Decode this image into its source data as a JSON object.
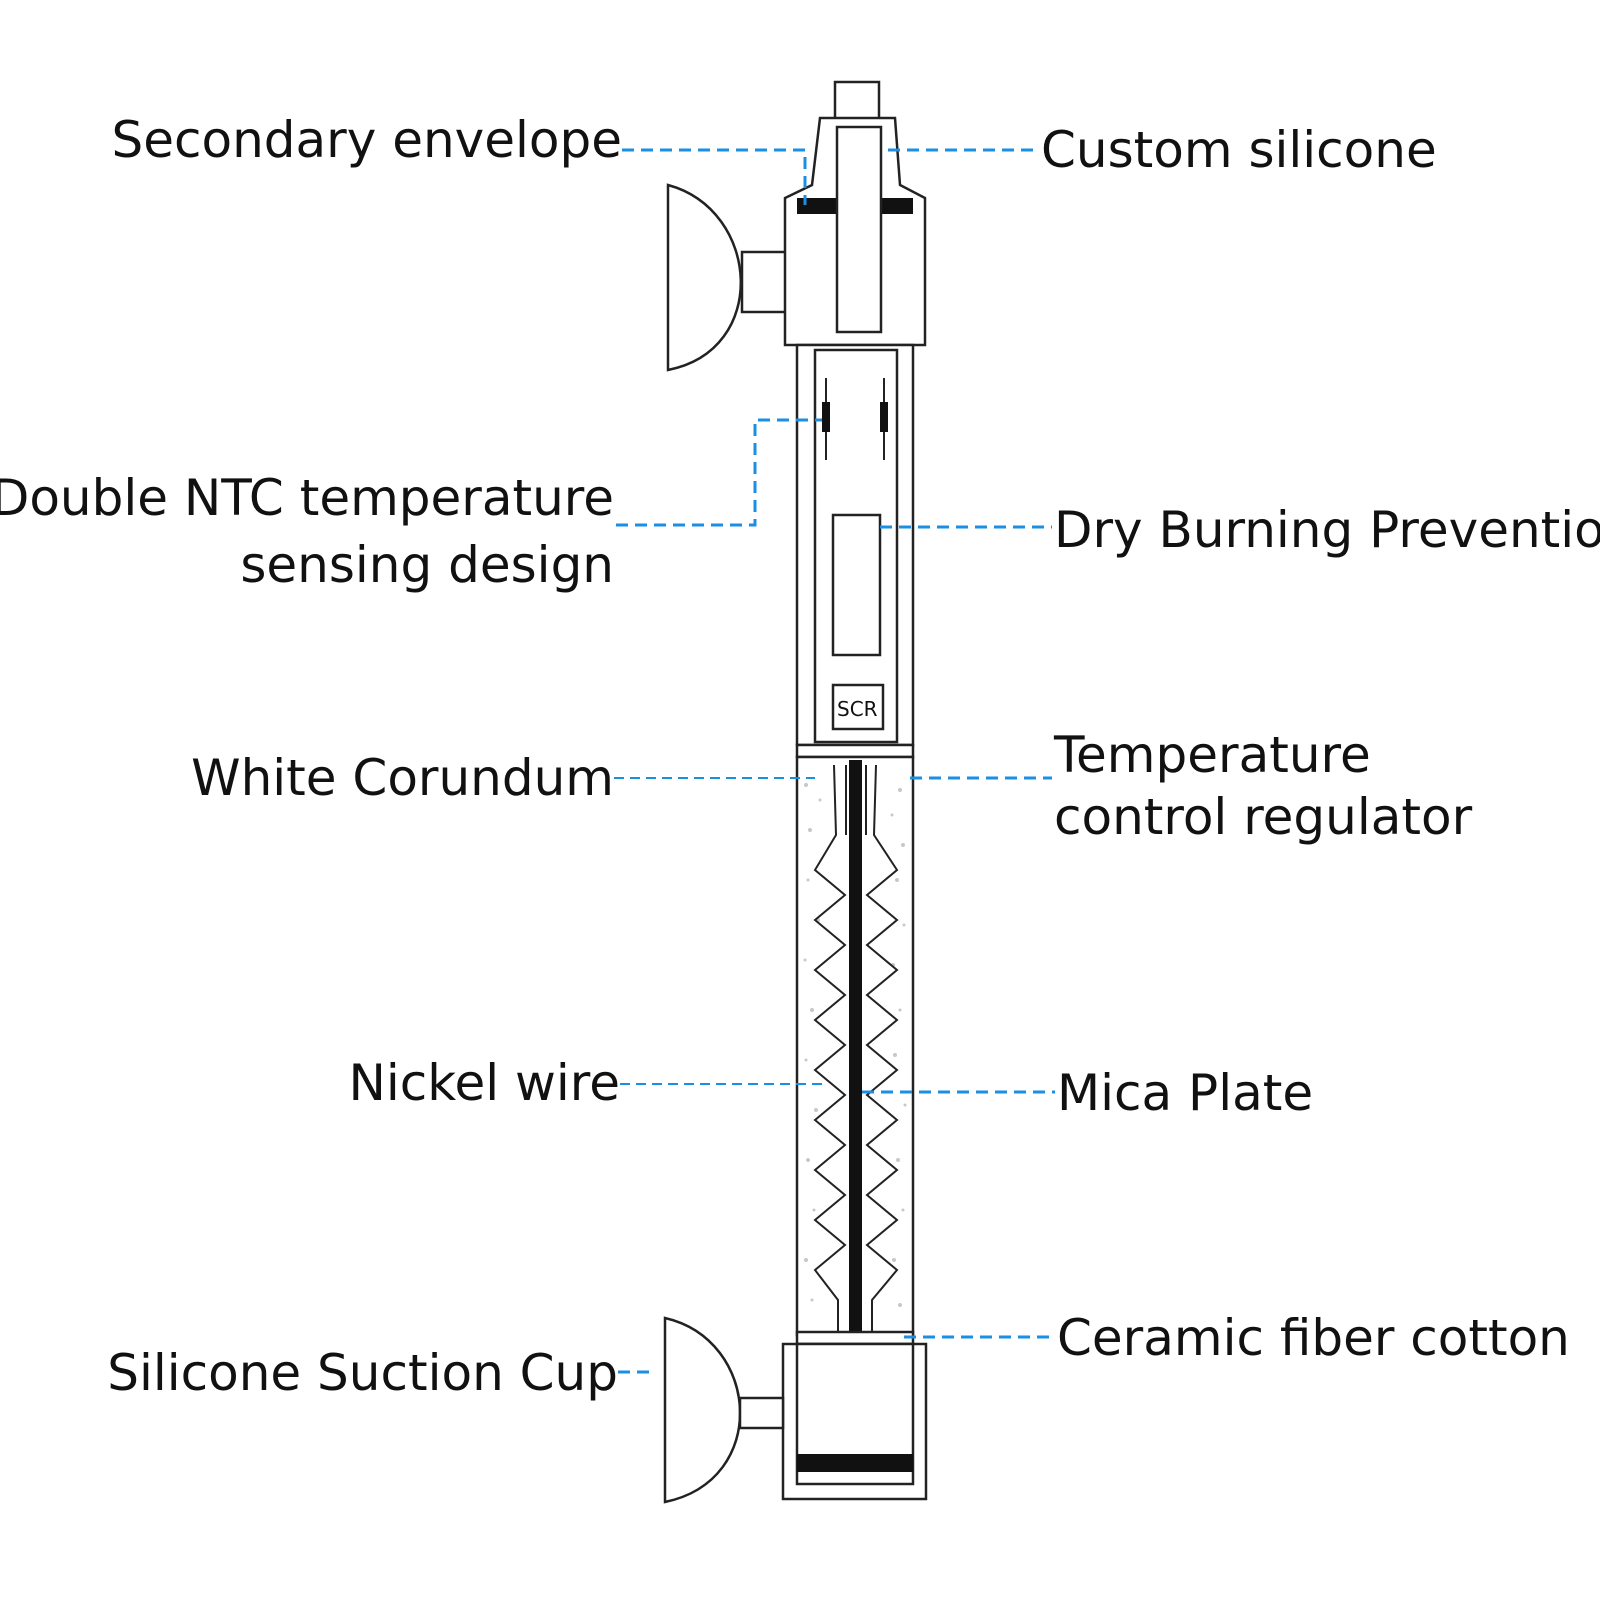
{
  "labels": {
    "secondary_envelope": "Secondary envelope",
    "custom_silicone": "Custom silicone",
    "double_ntc_line1": "Double NTC temperature",
    "double_ntc_line2": "sensing design",
    "dry_burning": "Dry Burning Prevention",
    "white_corundum": "White Corundum",
    "temp_control_line1": "Temperature",
    "temp_control_line2": "control regulator",
    "nickel_wire": "Nickel wire",
    "mica_plate": "Mica Plate",
    "ceramic_fiber": "Ceramic fiber cotton",
    "suction_cup": "Silicone Suction Cup",
    "scr": "SCR"
  },
  "colors": {
    "leader": "#1a8fe3",
    "outline": "#222222",
    "text": "#111111"
  }
}
